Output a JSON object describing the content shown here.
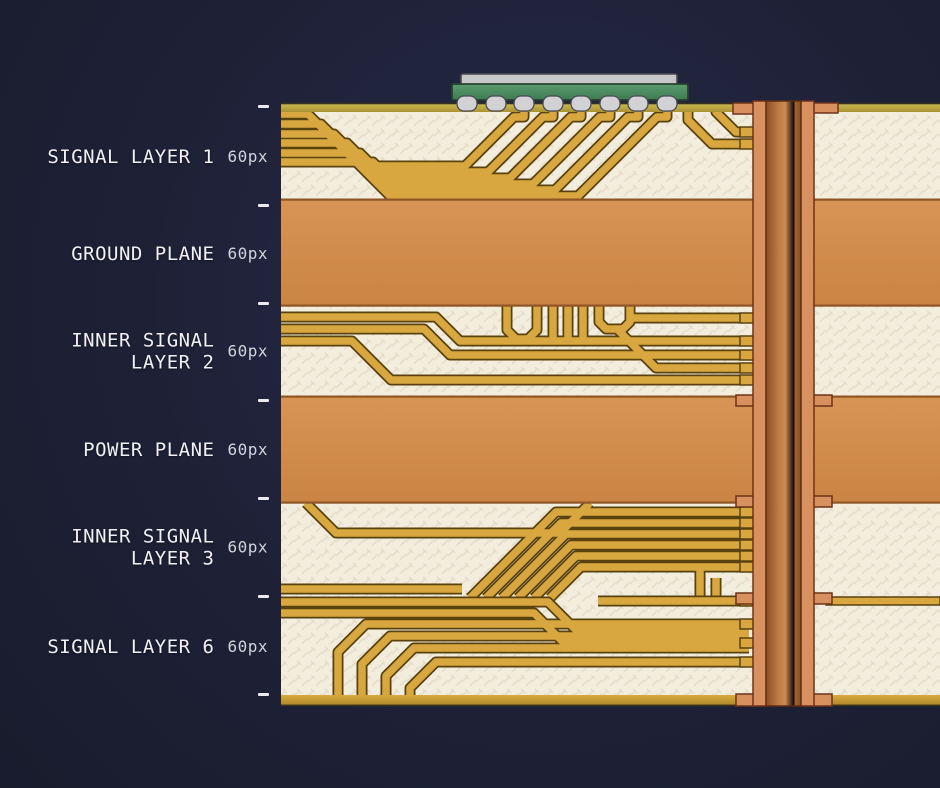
{
  "diagram": {
    "type": "pcb-stackup-cross-section",
    "thickness_unit": "px",
    "layers": [
      {
        "name": "SIGNAL LAYER 1",
        "thickness": "60px",
        "kind": "signal",
        "band_color": "#f3edde"
      },
      {
        "name": "GROUND PLANE",
        "thickness": "60px",
        "kind": "plane",
        "band_color": "#d08c4c"
      },
      {
        "name": "INNER SIGNAL LAYER 2",
        "thickness": "60px",
        "kind": "signal",
        "band_color": "#f3edde"
      },
      {
        "name": "POWER PLANE",
        "thickness": "60px",
        "kind": "plane",
        "band_color": "#d08c4c"
      },
      {
        "name": "INNER SIGNAL LAYER 3",
        "thickness": "60px",
        "kind": "signal",
        "band_color": "#f3edde"
      },
      {
        "name": "SIGNAL LAYER 6",
        "thickness": "60px",
        "kind": "signal",
        "band_color": "#f3edde"
      }
    ],
    "chip": {
      "bump_count": 8,
      "lid_color": "#c7c7c9",
      "body_color": "#4d8f63",
      "bump_color": "#d2d2d4"
    },
    "via": {
      "barrel_color": "#c07a42",
      "plating_color": "#d9905f"
    },
    "colors": {
      "background": "#1e2136",
      "substrate": "#f3edde",
      "trace_gold": "#d8a73f",
      "trace_outline": "#5a420e",
      "copper_plane": "#d08c4c",
      "surface_copper": "#c0ab47",
      "label_text": "#f1f1f5",
      "size_text": "#d2d3dc"
    }
  }
}
